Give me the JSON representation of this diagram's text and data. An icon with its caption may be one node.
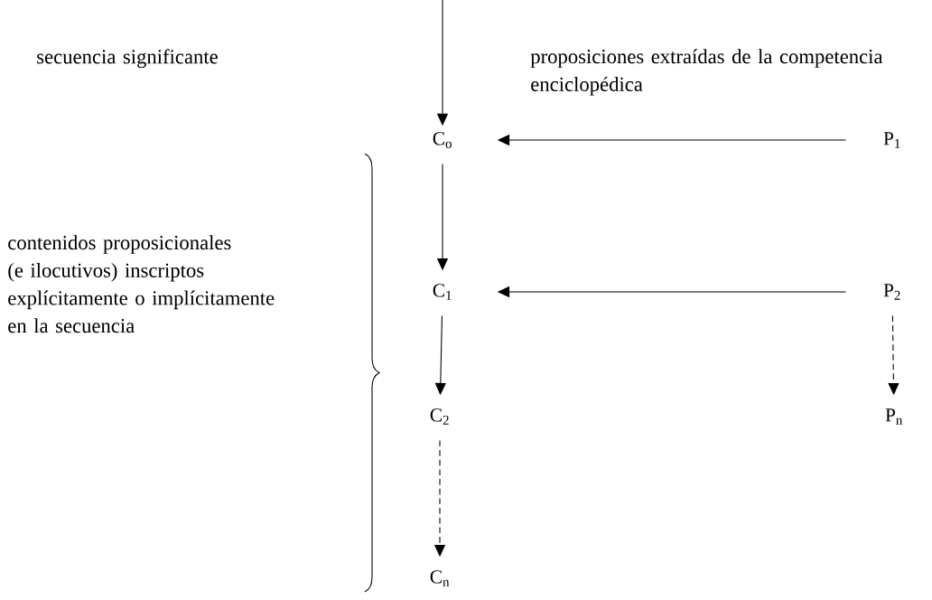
{
  "diagram": {
    "nodes": [
      {
        "text": [
          "C$_{o}$"
        ]
      },
      {
        "text": [
          "C$_{1}$"
        ]
      },
      {
        "text": [
          "C$_{2}$"
        ]
      },
      {
        "text": [
          "C$_{n}$"
        ]
      },
      {
        "text": [
          "P$_{1}$"
        ]
      },
      {
        "text": [
          "P$_{2}$"
        ]
      },
      {
        "text": [
          "P$_{n}$"
        ]
      }
    ],
    "edges": [
      {
        "from": null,
        "to": 0,
        "arrow": "to"
      },
      {
        "from": 4,
        "to": 0,
        "arrow": "to"
      },
      {
        "from": 0,
        "to": 1,
        "arrow": "to"
      },
      {
        "from": 5,
        "to": 1,
        "arrow": "to"
      },
      {
        "from": 1,
        "to": 2,
        "arrow": "to"
      },
      {
        "from": 2,
        "to": 3,
        "arrow": "to",
        "style": "dashed"
      },
      {
        "from": 5,
        "to": 6,
        "arrow": "to",
        "style": "dashed"
      }
    ],
    "labels": [
      "secuencia significante",
      "proposiciones extraídas de la competencia enciclopédica",
      "contenidos proposicionales (e ilocutivos) inscriptos explícitamente o implícitamente en la secuencia"
    ]
  }
}
